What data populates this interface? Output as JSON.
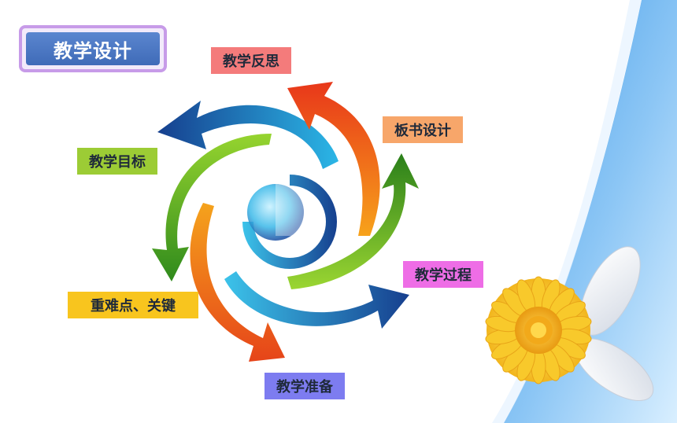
{
  "title": "教学设计",
  "labels": {
    "reflection": "教学反思",
    "board": "板书设计",
    "process": "教学过程",
    "preparation": "教学准备",
    "keypoints": "重难点、关键",
    "goals": "教学目标"
  },
  "colors": {
    "reflection_bg": "#f47b7b",
    "board_bg": "#f7a66a",
    "process_bg": "#ee6de6",
    "preparation_bg": "#7d7cf0",
    "keypoints_bg": "#f8c51e",
    "goals_bg": "#9ccc35",
    "title_bg": "#4a78c4",
    "title_border": "#c79be8"
  }
}
